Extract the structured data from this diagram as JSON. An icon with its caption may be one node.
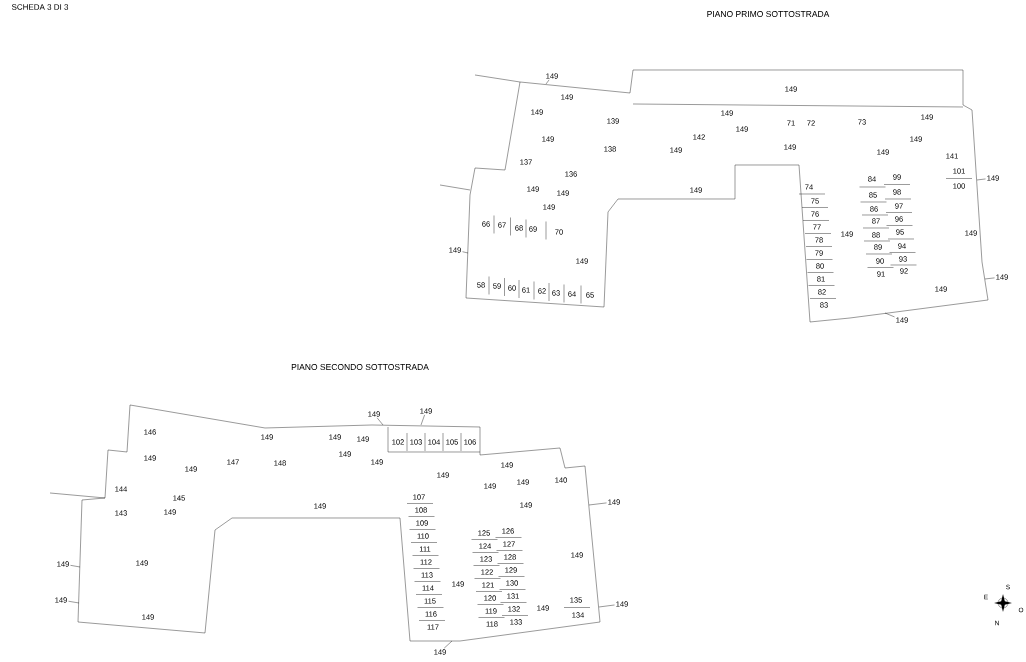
{
  "diagram": {
    "nodes": [
      {
        "text": [
          "149"
        ]
      },
      {
        "text": [
          "149"
        ]
      },
      {
        "text": [
          "149"
        ]
      },
      {
        "text": [
          "149"
        ]
      },
      {
        "text": [
          "149"
        ]
      },
      {
        "text": [
          "149"
        ]
      },
      {
        "text": [
          "149"
        ]
      },
      {
        "text": [
          "149"
        ]
      },
      {
        "text": [
          "149"
        ]
      },
      {
        "text": [
          "149"
        ]
      },
      {
        "text": [
          "149"
        ]
      },
      {
        "text": [
          "149"
        ]
      }
    ],
    "edges": [
      {
        "from": 0,
        "to": null,
        "arrow": "none"
      },
      {
        "from": 1,
        "to": null,
        "arrow": "none"
      },
      {
        "from": 2,
        "to": null,
        "arrow": "none"
      },
      {
        "from": 3,
        "to": null,
        "arrow": "none"
      },
      {
        "from": 4,
        "to": null,
        "arrow": "none"
      },
      {
        "from": 5,
        "to": null,
        "arrow": "none"
      },
      {
        "from": 6,
        "to": null,
        "arrow": "none"
      },
      {
        "from": 7,
        "to": null,
        "arrow": "none"
      },
      {
        "from": 8,
        "to": null,
        "arrow": "none"
      },
      {
        "from": 9,
        "to": null,
        "arrow": "none"
      },
      {
        "from": 10,
        "to": null,
        "arrow": "none"
      },
      {
        "from": 11,
        "to": null,
        "arrow": "none"
      }
    ],
    "labels": [
      "SCHEDA 3 DI 3",
      "PIANO PRIMO SOTTOSTRADA",
      "149",
      "149",
      "139",
      "149",
      "138",
      "137",
      "136",
      "149",
      "149",
      "149",
      "66",
      "67",
      "68",
      "69",
      "70",
      "149",
      "58",
      "59",
      "60",
      "61",
      "62",
      "63",
      "64",
      "65",
      "149",
      "142",
      "149",
      "149",
      "149",
      "149",
      "71",
      "72",
      "73",
      "149",
      "149",
      "149",
      "149",
      "141",
      "101",
      "100",
      "84",
      "99",
      "85",
      "98",
      "86",
      "97",
      "87",
      "96",
      "88",
      "95",
      "89",
      "94",
      "90",
      "93",
      "91",
      "92",
      "74",
      "75",
      "76",
      "77",
      "78",
      "79",
      "80",
      "81",
      "82",
      "83",
      "149",
      "149",
      "149",
      "PIANO SECONDO SOTTOSTRADA",
      "146",
      "149",
      "149",
      "149",
      "149",
      "147",
      "148",
      "149",
      "149",
      "149",
      "144",
      "145",
      "149",
      "143",
      "149",
      "149",
      "149",
      "102",
      "103",
      "104",
      "105",
      "106",
      "149",
      "149",
      "149",
      "149",
      "140",
      "149",
      "107",
      "108",
      "109",
      "110",
      "111",
      "112",
      "113",
      "114",
      "115",
      "116",
      "117",
      "125",
      "126",
      "124",
      "127",
      "123",
      "128",
      "122",
      "129",
      "121",
      "130",
      "120",
      "131",
      "119",
      "132",
      "118",
      "133",
      "149",
      "149",
      "149",
      "135",
      "134",
      "S",
      "E",
      "O",
      "N"
    ]
  }
}
